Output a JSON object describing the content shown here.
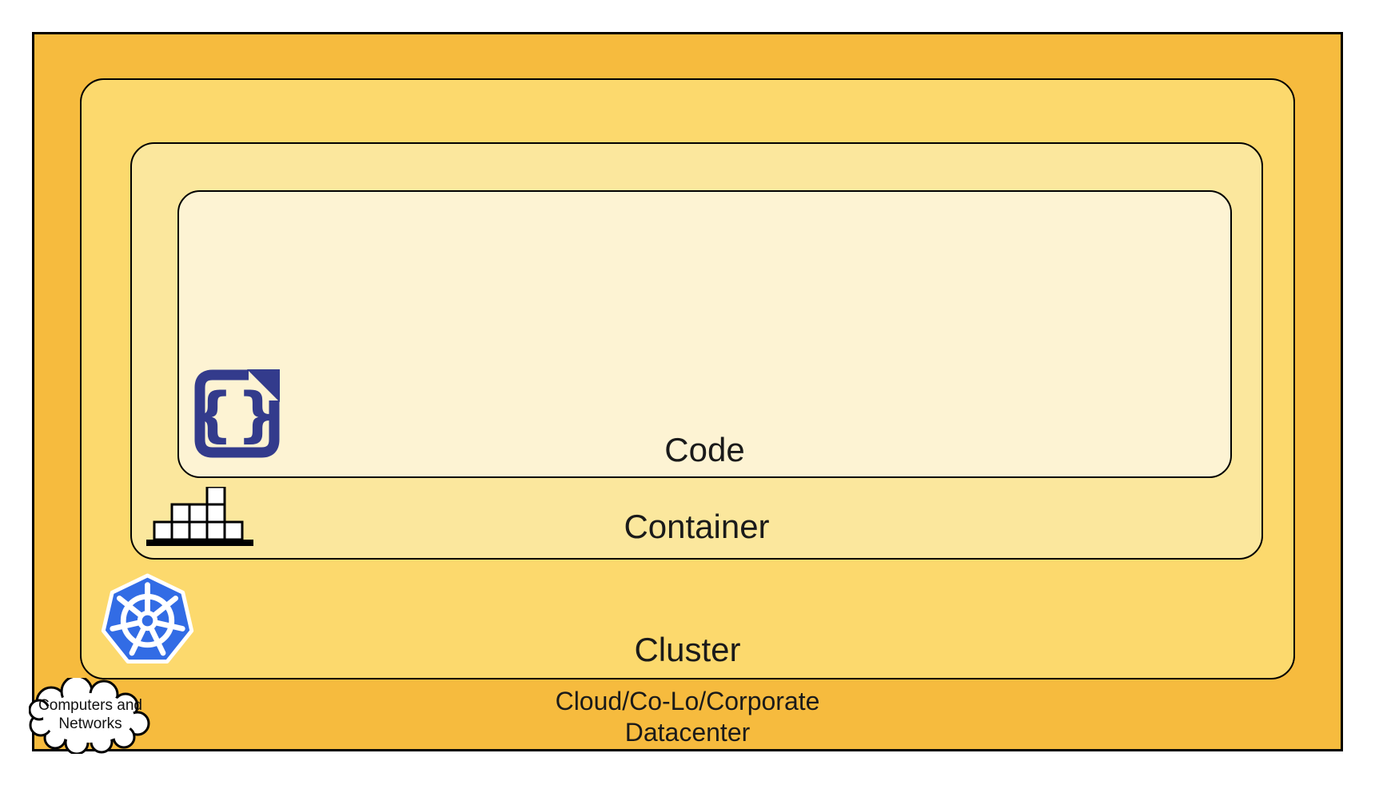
{
  "layers": {
    "code": {
      "label": "Code",
      "bg": "#FDF3D3"
    },
    "container": {
      "label": "Container",
      "bg": "#FBE79D"
    },
    "cluster": {
      "label": "Cluster",
      "bg": "#FCD96D"
    },
    "datacenter": {
      "label_line1": "Cloud/Co-Lo/Corporate",
      "label_line2": "Datacenter",
      "bg": "#F6BB3E"
    }
  },
  "cloud_callout": {
    "line1": "Computers and",
    "line2": "Networks"
  },
  "icons": {
    "code": "code-file-icon",
    "container": "container-stack-icon",
    "cluster": "kubernetes-icon",
    "cloud": "cloud-icon"
  },
  "colors": {
    "code_icon_navy": "#333B8C",
    "kubernetes_blue": "#326CE5",
    "outline_black": "#000000",
    "box_fill_white": "#FFFFFF",
    "text_black": "#1A1A1A"
  }
}
